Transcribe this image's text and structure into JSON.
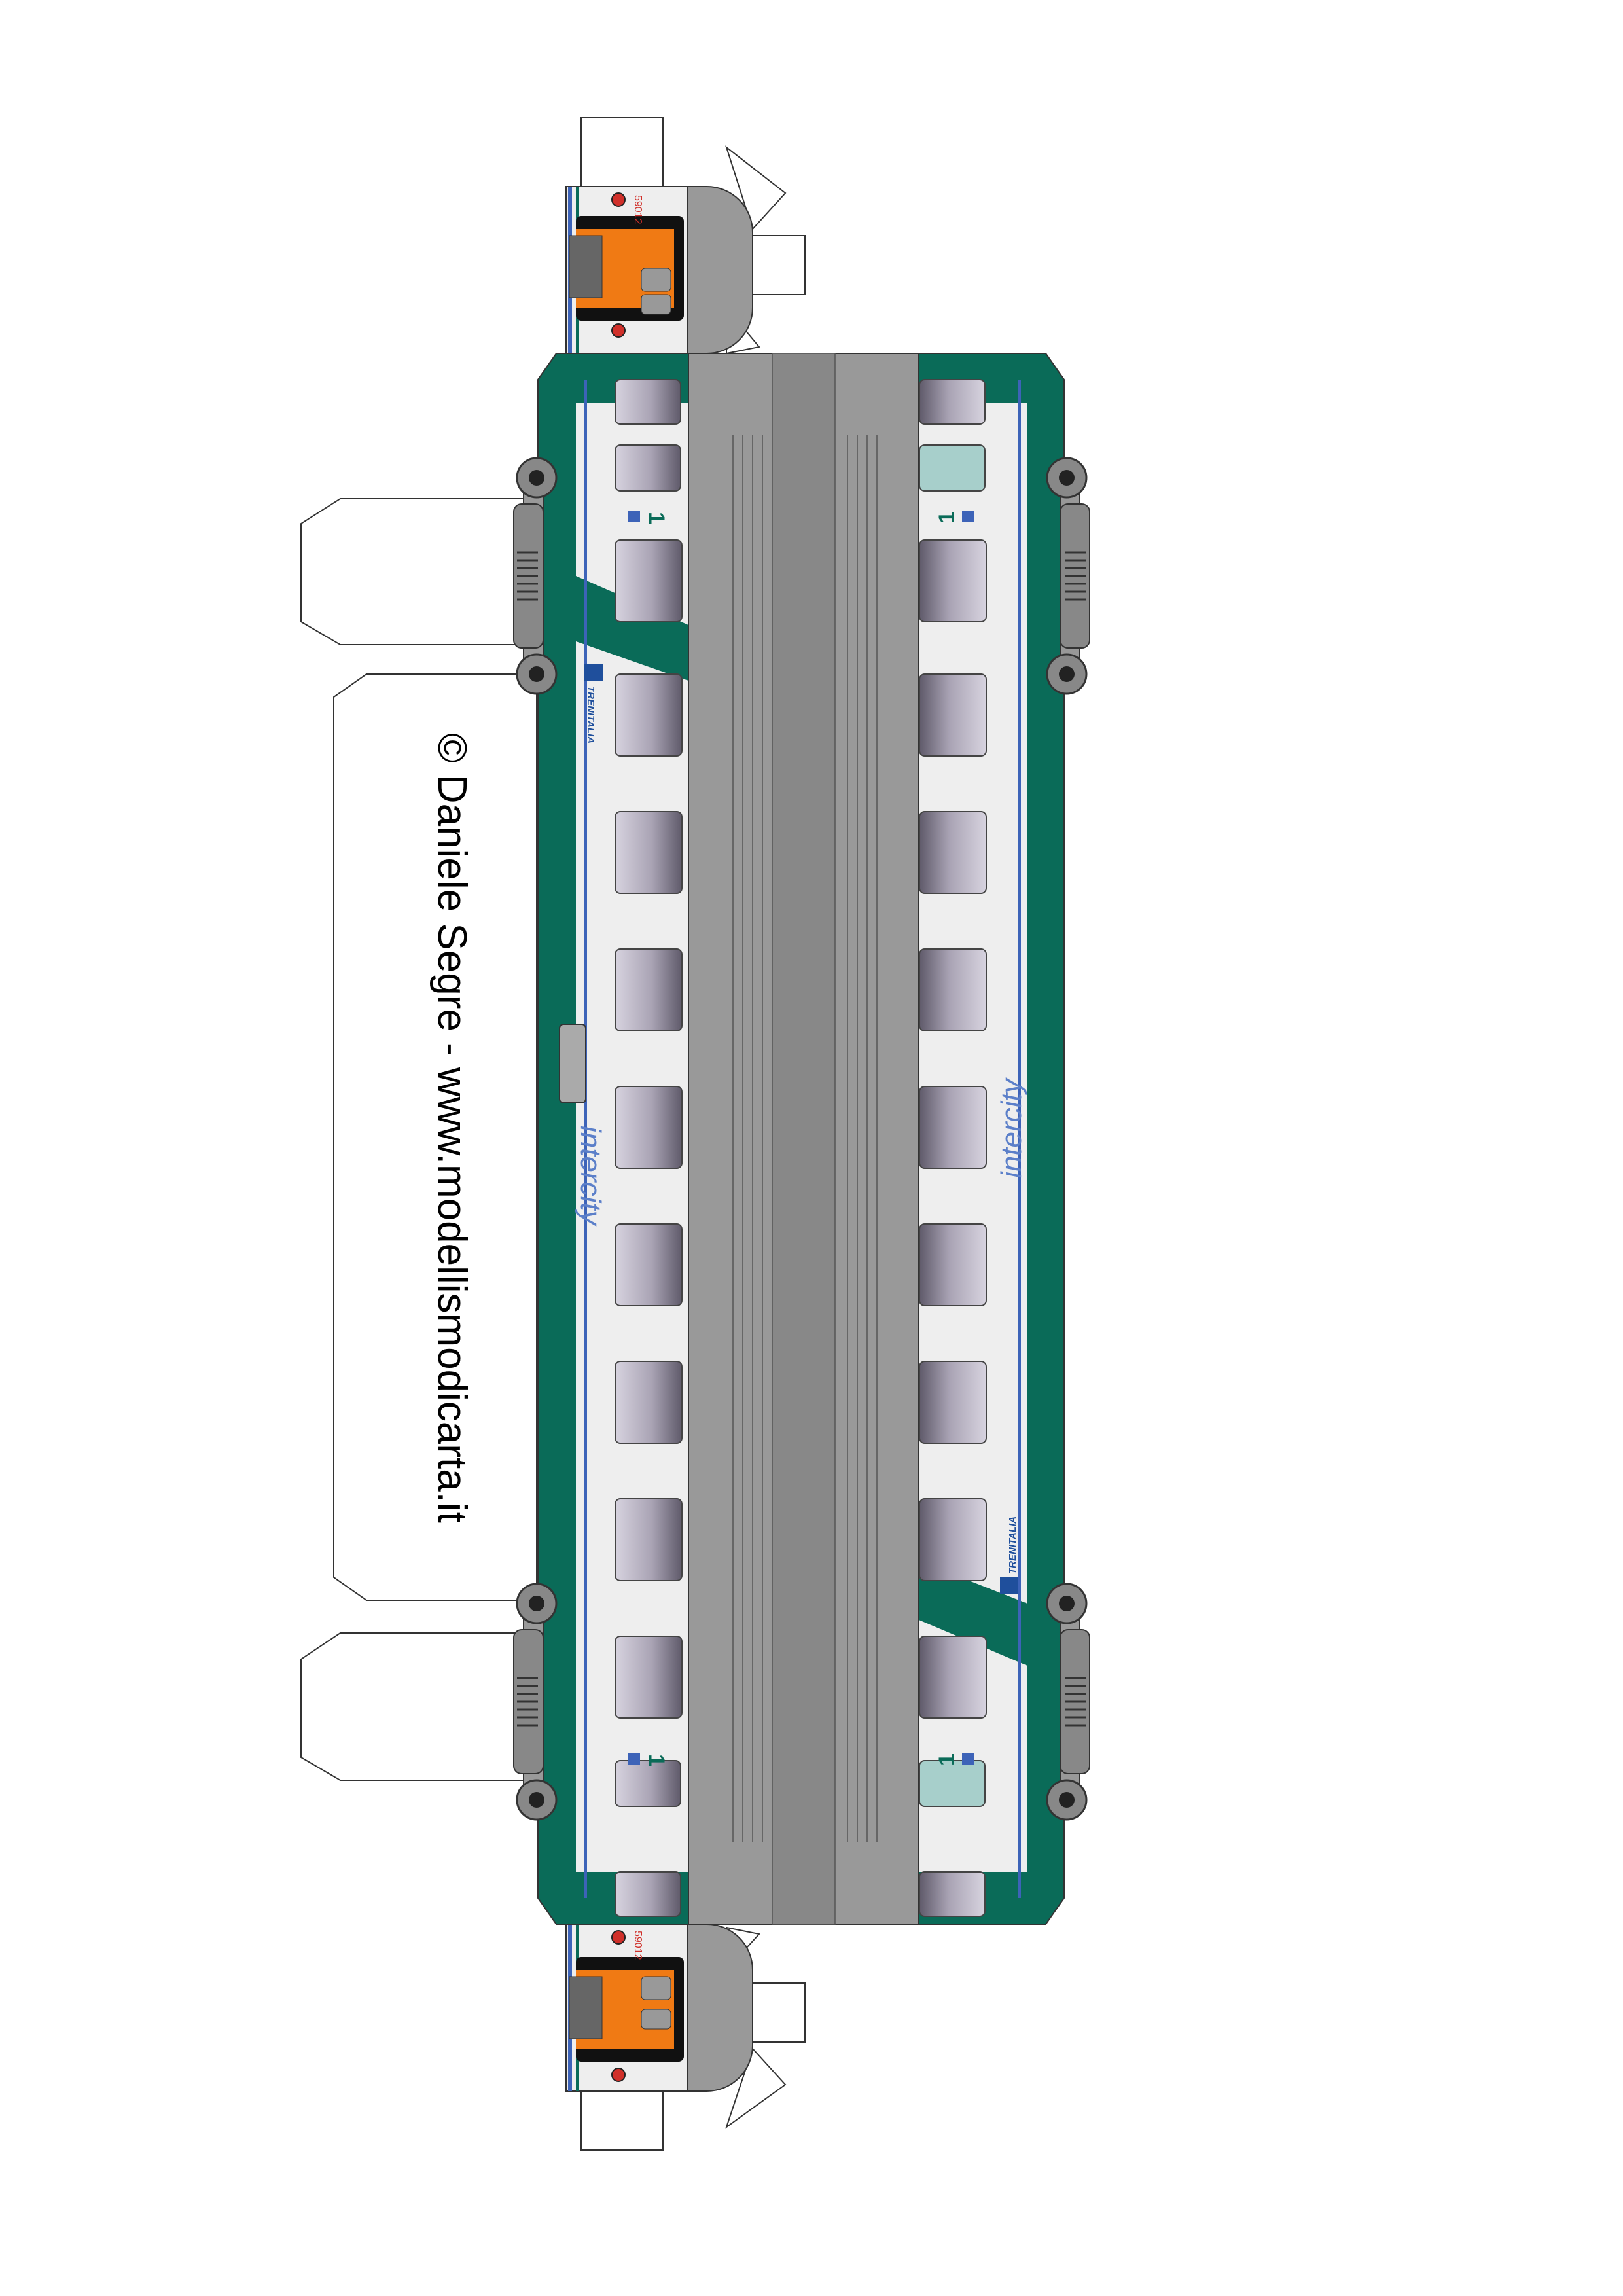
{
  "copyright": "© Daniele Segre - www.modellismodicarta.it",
  "livery": {
    "brand": "intercity",
    "operator": "TRENITALIA",
    "class_marking": "1",
    "coach_number": "59012"
  },
  "colors": {
    "green": "#0a6b58",
    "blue_stripe": "#3d63b8",
    "body_white": "#eeeeee",
    "roof": "#999999",
    "end_orange": "#f07a14",
    "bogie": "#888888",
    "window": "#8a8496"
  },
  "icons": {
    "class_sign": "first-class-square-icon",
    "logo": "trenitalia-fs-icon"
  }
}
